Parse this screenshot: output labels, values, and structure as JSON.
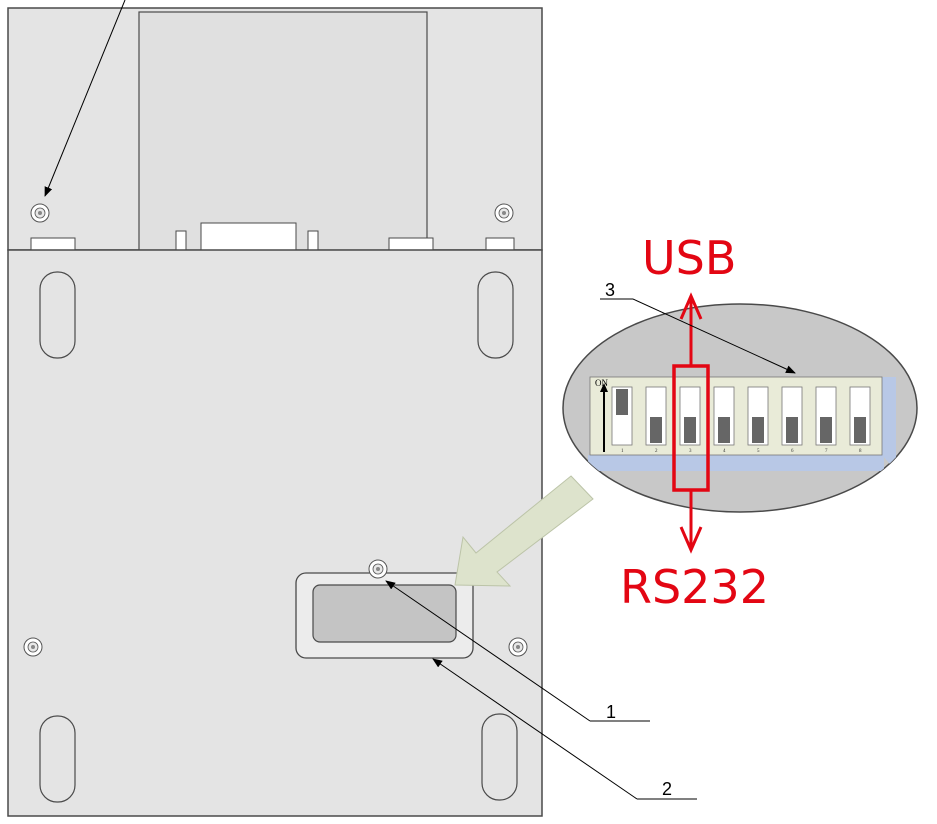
{
  "labels": {
    "usb": "USB",
    "rs232": "RS232",
    "on": "ON"
  },
  "callouts": [
    "1",
    "2",
    "3"
  ],
  "switch_numbers": [
    "1",
    "2",
    "3",
    "4",
    "5",
    "6",
    "7",
    "8"
  ],
  "colors": {
    "device_body": "#e4e4e4",
    "outline": "#4a4a4a",
    "highlight": "#e30613",
    "zoom_ellipse": "#c8c8c8",
    "switch_base": "#b8c8e6",
    "pointer_arrow": "#dde3cc"
  }
}
